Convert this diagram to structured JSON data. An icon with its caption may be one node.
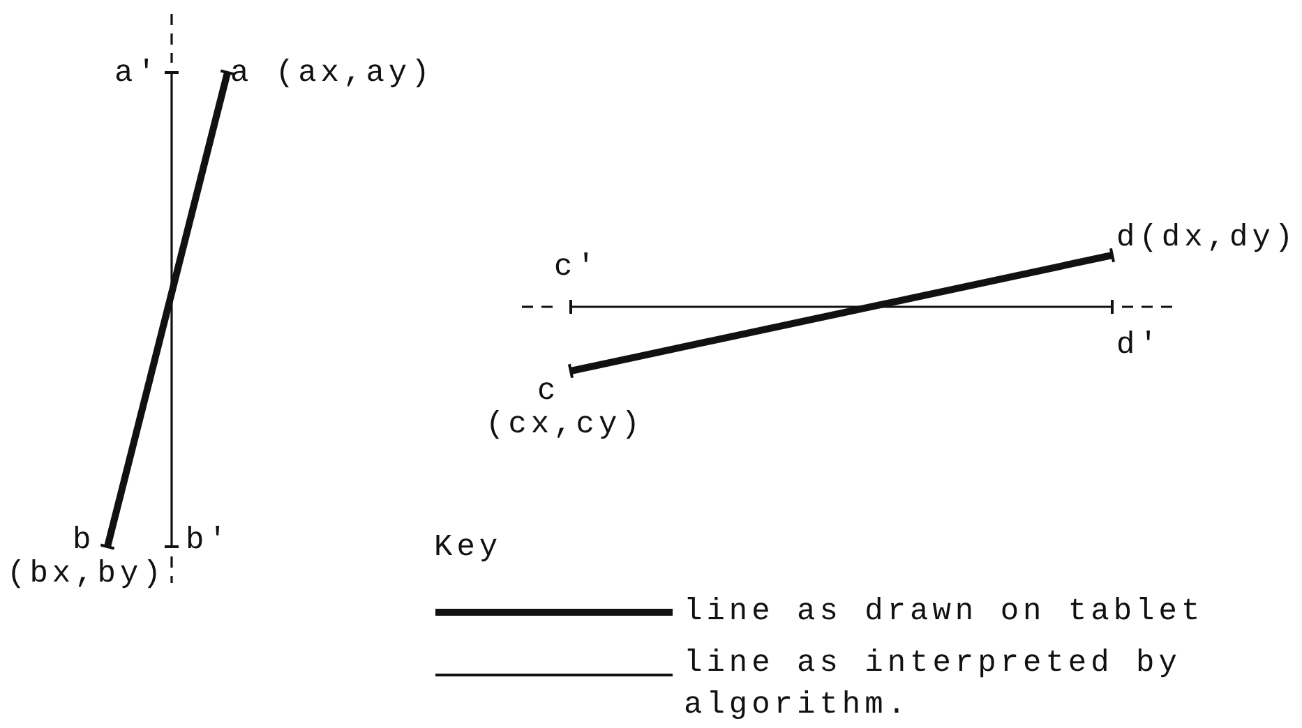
{
  "diagram": {
    "nodes": [
      {
        "text": [
          "a'"
        ]
      },
      {
        "text": [
          "a (ax,ay)"
        ]
      },
      {
        "text": [
          "b",
          "(bx,by)"
        ]
      },
      {
        "text": [
          "b'"
        ]
      },
      {
        "text": [
          "c'"
        ]
      },
      {
        "text": [
          "d(dx,dy)"
        ]
      },
      {
        "text": [
          "d'"
        ]
      },
      {
        "text": [
          "c",
          "(cx,cy)"
        ]
      }
    ],
    "edges": [
      {
        "from": 1,
        "to": 2,
        "arrow": "none",
        "style": "thick"
      },
      {
        "from": 0,
        "to": 3,
        "arrow": "none"
      },
      {
        "from": 7,
        "to": 5,
        "arrow": "none",
        "style": "thick"
      },
      {
        "from": 4,
        "to": 6,
        "arrow": "none"
      }
    ],
    "labels": [
      "Key"
    ],
    "legend": [
      {
        "text": "line as drawn on tablet"
      },
      {
        "text": "line as interpreted by algorithm."
      }
    ]
  }
}
